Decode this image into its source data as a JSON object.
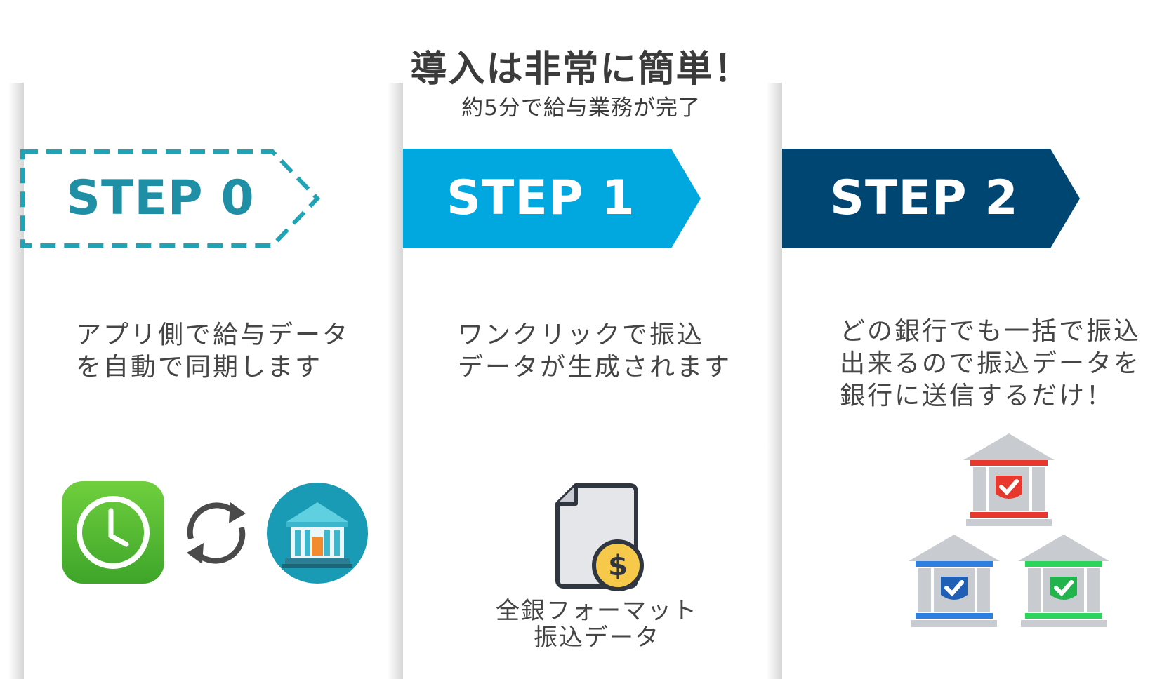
{
  "header": {
    "title": "導入は非常に簡単！",
    "subtitle": "約5分で給与業務が完了"
  },
  "steps": [
    {
      "label": "STEP 0",
      "style": "dashed-outline",
      "color": "#1fa3b5",
      "lines": [
        "アプリ側で給与データ",
        "を自動で同期します"
      ],
      "icons": [
        "clock-app-icon",
        "sync-icon",
        "bank-app-icon"
      ]
    },
    {
      "label": "STEP 1",
      "style": "filled",
      "color": "#00a8df",
      "lines": [
        "ワンクリックで振込",
        "データが生成されます"
      ],
      "icons": [
        "document-dollar-icon"
      ],
      "caption": [
        "全銀フォーマット",
        "振込データ"
      ]
    },
    {
      "label": "STEP 2",
      "style": "filled",
      "color": "#004672",
      "lines": [
        "どの銀行でも一括で振込",
        "出来るので振込データを",
        "銀行に送信するだけ！"
      ],
      "icons": [
        "bank-red-icon",
        "bank-blue-icon",
        "bank-green-icon"
      ]
    }
  ],
  "colors": {
    "clock_app": "#4db833",
    "bank_app": "#1a9bb5",
    "bank_red": "#e8372d",
    "bank_blue": "#2d7fe0",
    "bank_green": "#2bd45a",
    "coin": "#f6c94b"
  }
}
